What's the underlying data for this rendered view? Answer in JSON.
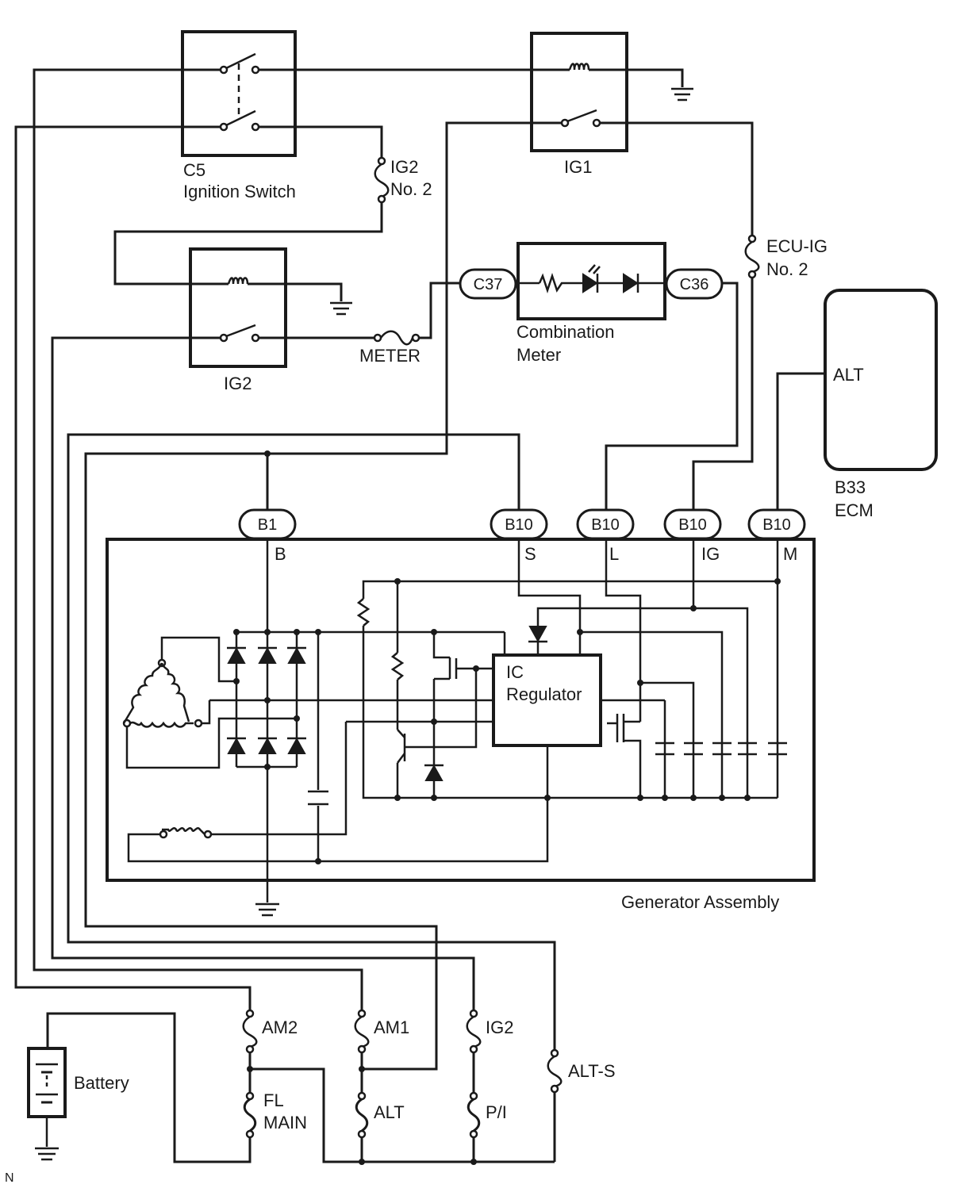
{
  "ignition_switch": {
    "code": "C5",
    "name": "Ignition Switch"
  },
  "relays": {
    "ig1": "IG1",
    "ig2": "IG2"
  },
  "fuses": {
    "ig2_no2_line1": "IG2",
    "ig2_no2_line2": "No. 2",
    "ecu_ig_no2_line1": "ECU-IG",
    "ecu_ig_no2_line2": "No. 2",
    "meter": "METER",
    "am2": "AM2",
    "am1": "AM1",
    "ig2": "IG2",
    "alt_s": "ALT-S",
    "fl_main_line1": "FL",
    "fl_main_line2": "MAIN",
    "alt": "ALT",
    "pi": "P/I"
  },
  "combination_meter": {
    "line1": "Combination",
    "line2": "Meter",
    "left_connector": "C37",
    "right_connector": "C36"
  },
  "ecm": {
    "terminal": "ALT",
    "code": "B33",
    "name": "ECM"
  },
  "generator": {
    "name": "Generator Assembly",
    "connectors": [
      "B1",
      "B10",
      "B10",
      "B10",
      "B10"
    ],
    "terminals": [
      "B",
      "S",
      "L",
      "IG",
      "M"
    ],
    "regulator_line1": "IC",
    "regulator_line2": "Regulator"
  },
  "battery": "Battery",
  "corner_mark": "N"
}
